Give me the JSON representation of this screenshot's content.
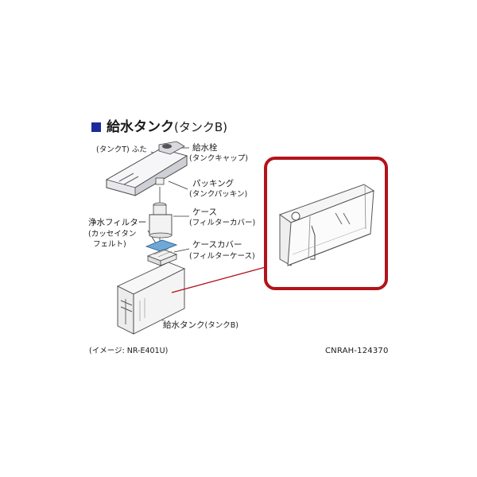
{
  "title": {
    "main": "給水タンク",
    "sub": "(タンクB)"
  },
  "labels": {
    "lid": "(タンクT) ふた",
    "spout": "給水栓",
    "spout_sub": "(タンクキャップ)",
    "packing": "パッキング",
    "packing_sub": "(タンクパッキン)",
    "case": "ケース",
    "case_sub": "(フィルターカバー)",
    "filter": "浄水フィルター",
    "filter_sub1": "(カッセイタン",
    "filter_sub2": "フェルト)",
    "case_cover": "ケースカバー",
    "case_cover_sub": "(フィルターケース)",
    "tank": "給水タンク",
    "tank_sub": "(タンクB)"
  },
  "footer": {
    "image_note": "(イメージ: NR-E401U)",
    "part_code": "CNRAH-124370"
  },
  "colors": {
    "bullet": "#1d2a9c",
    "highlight_frame": "#b3131a",
    "filter_blue": "#6ea8d8",
    "line": "#333333"
  }
}
